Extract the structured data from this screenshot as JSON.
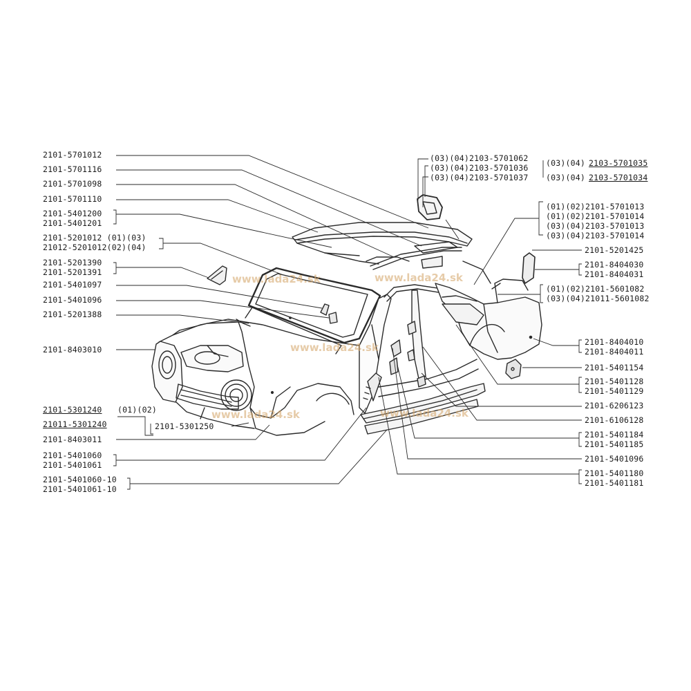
{
  "watermark": "www.lada24.sk",
  "labels_left": {
    "l01": "2101-5701012",
    "l02": "2101-5701116",
    "l03": "2101-5701098",
    "l04": "2101-5701110",
    "l05": "2101-5401200",
    "l06": "2101-5401201",
    "l07": "2101-5201012 (01)(03)",
    "l08": "21012-5201012(02)(04)",
    "l09": "2101-5201390",
    "l10": "2101-5201391",
    "l11": "2101-5401097",
    "l12": "2101-5401096",
    "l13": "2101-5201388",
    "l14": "2101-8403010",
    "l15a": "2101-5301240",
    "l15b": "(01)(02)",
    "l16": "21011-5301240",
    "l17": "2101-5301250",
    "l18": "2101-8403011",
    "l19": "2101-5401060",
    "l20": "2101-5401061",
    "l21": "2101-5401060-10",
    "l22": "2101-5401061-10"
  },
  "labels_right": {
    "r01": "(03)(04)2103-5701062",
    "r02": "(03)(04)2103-5701036",
    "r03": "(03)(04)2103-5701037",
    "r04a": "(03)(04)",
    "r04b": "2103-5701035",
    "r05a": "(03)(04)",
    "r05b": "2103-5701034",
    "r06": "(01)(02)2101-5701013",
    "r07": "(01)(02)2101-5701014",
    "r08": "(03)(04)2103-5701013",
    "r09": "(03)(04)2103-5701014",
    "r10": "2101-5201425",
    "r11": "2101-8404030",
    "r12": "2101-8404031",
    "r13": "(01)(02)2101-5601082",
    "r14": "(03)(04)21011-5601082",
    "r15": "2101-8404010",
    "r16": "2101-8404011",
    "r17": "2101-5401154",
    "r18": "2101-5401128",
    "r19": "2101-5401129",
    "r20": "2101-6206123",
    "r21": "2101-6106128",
    "r22": "2101-5401184",
    "r23": "2101-5401185",
    "r24": "2101-5401096",
    "r25": "2101-5401180",
    "r26": "2101-5401181"
  }
}
